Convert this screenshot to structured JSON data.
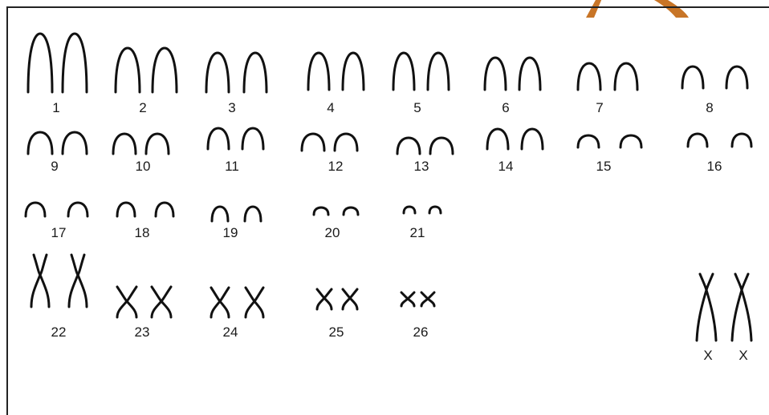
{
  "karyotype": {
    "pairs": [
      {
        "label": "1",
        "shape": "arch"
      },
      {
        "label": "2",
        "shape": "arch"
      },
      {
        "label": "3",
        "shape": "arch"
      },
      {
        "label": "4",
        "shape": "arch"
      },
      {
        "label": "5",
        "shape": "arch"
      },
      {
        "label": "6",
        "shape": "arch"
      },
      {
        "label": "7",
        "shape": "arch"
      },
      {
        "label": "8",
        "shape": "arch"
      },
      {
        "label": "9",
        "shape": "arch"
      },
      {
        "label": "10",
        "shape": "arch"
      },
      {
        "label": "11",
        "shape": "arch"
      },
      {
        "label": "12",
        "shape": "arch"
      },
      {
        "label": "13",
        "shape": "arch"
      },
      {
        "label": "14",
        "shape": "arch"
      },
      {
        "label": "15",
        "shape": "arch"
      },
      {
        "label": "16",
        "shape": "arch"
      },
      {
        "label": "17",
        "shape": "arch"
      },
      {
        "label": "18",
        "shape": "arch"
      },
      {
        "label": "19",
        "shape": "arch"
      },
      {
        "label": "20",
        "shape": "arch"
      },
      {
        "label": "21",
        "shape": "arch"
      },
      {
        "label": "22",
        "shape": "cross"
      },
      {
        "label": "23",
        "shape": "cross"
      },
      {
        "label": "24",
        "shape": "cross"
      },
      {
        "label": "25",
        "shape": "cross"
      },
      {
        "label": "26",
        "shape": "cross"
      }
    ],
    "sex_chromosomes": [
      "X",
      "X"
    ]
  },
  "colors": {
    "stroke": "#111111",
    "border": "#222222",
    "watermark": "#c2660f"
  }
}
